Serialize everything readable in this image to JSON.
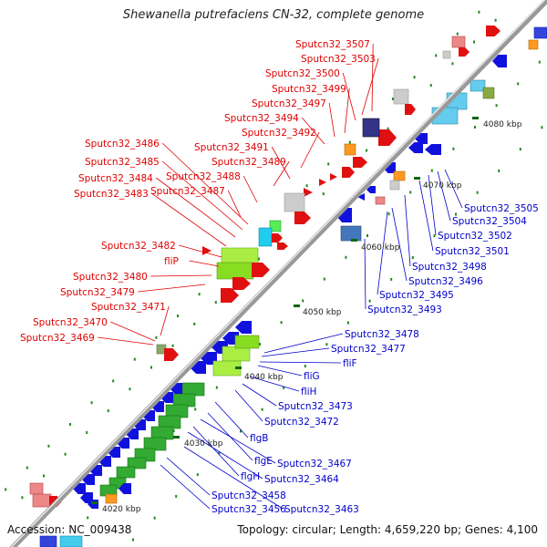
{
  "title": "Shewanella putrefaciens CN-32, complete genome",
  "accession": "Accession: NC_009438",
  "topology": "Topology: circular; Length: 4,659,220 bp; Genes: 4,100",
  "colors": {
    "forward_label": "#e00000",
    "reverse_label": "#0000cc",
    "backbone": "#888888",
    "tick": "#228822"
  },
  "scale_labels": [
    "4020 kbp",
    "4030 kbp",
    "4040 kbp",
    "4050 kbp",
    "4060 kbp",
    "4070 kbp",
    "4080 kbp"
  ],
  "forward_labels": [
    "Sputcn32_3507",
    "Sputcn32_3503",
    "Sputcn32_3500",
    "Sputcn32_3499",
    "Sputcn32_3497",
    "Sputcn32_3494",
    "Sputcn32_3492",
    "Sputcn32_3491",
    "Sputcn32_3489",
    "Sputcn32_3486",
    "Sputcn32_3488",
    "Sputcn32_3485",
    "Sputcn32_3487",
    "Sputcn32_3484",
    "Sputcn32_3483",
    "Sputcn32_3482",
    "fliP",
    "Sputcn32_3480",
    "Sputcn32_3479",
    "Sputcn32_3471",
    "Sputcn32_3470",
    "Sputcn32_3469"
  ],
  "reverse_labels": [
    "Sputcn32_3505",
    "Sputcn32_3504",
    "Sputcn32_3502",
    "Sputcn32_3501",
    "Sputcn32_3498",
    "Sputcn32_3496",
    "Sputcn32_3495",
    "Sputcn32_3493",
    "Sputcn32_3478",
    "Sputcn32_3477",
    "fliF",
    "fliG",
    "fliH",
    "Sputcn32_3473",
    "Sputcn32_3472",
    "flgB",
    "flgE",
    "Sputcn32_3467",
    "flgH",
    "Sputcn32_3464",
    "Sputcn32_3458",
    "Sputcn32_3456",
    "Sputcn32_3463"
  ]
}
